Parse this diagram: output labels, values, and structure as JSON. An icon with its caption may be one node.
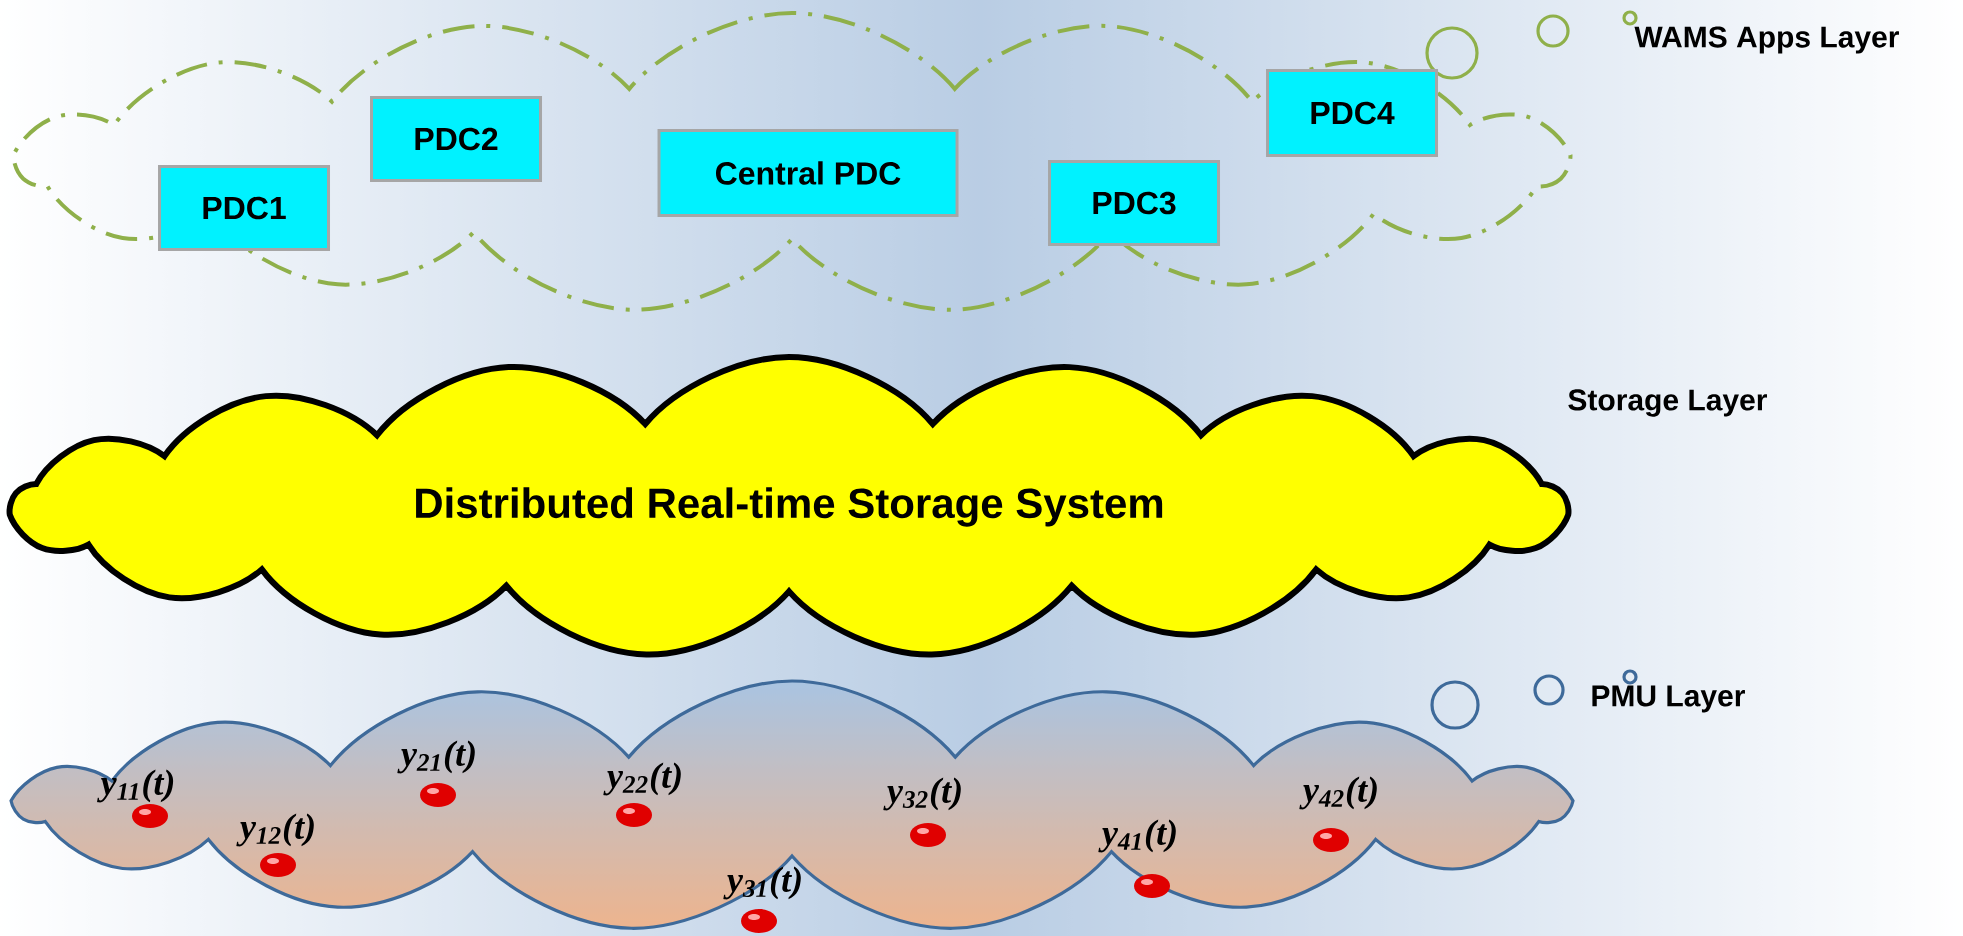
{
  "diagram": {
    "nodes": [
      {
        "text": [],
        "shape": "cloud",
        "beside": [
          "WAMS Apps Layer"
        ]
      },
      {
        "text": [
          "PDC1"
        ],
        "in": 0
      },
      {
        "text": [
          "PDC2"
        ],
        "in": 0
      },
      {
        "text": [
          "Central PDC"
        ],
        "in": 0
      },
      {
        "text": [
          "PDC3"
        ],
        "in": 0
      },
      {
        "text": [
          "PDC4"
        ],
        "in": 0
      },
      {
        "text": [
          "Distributed Real-time Storage System"
        ],
        "beside": [
          "Storage Layer"
        ]
      },
      {
        "text": [],
        "shape": "cloud",
        "beside": [
          "PMU Layer"
        ]
      },
      {
        "text": [
          "y$_{11}$(t)"
        ],
        "in": 7
      },
      {
        "text": [
          "y$_{12}$(t)"
        ],
        "in": 7
      },
      {
        "text": [
          "y$_{21}$(t)"
        ],
        "in": 7
      },
      {
        "text": [
          "y$_{22}$(t)"
        ],
        "in": 7
      },
      {
        "text": [
          "y$_{31}$(t)"
        ],
        "in": 7
      },
      {
        "text": [
          "y$_{32}$(t)"
        ],
        "in": 7
      },
      {
        "text": [
          "y$_{41}$(t)"
        ],
        "in": 7
      },
      {
        "text": [
          "y$_{42}$(t)"
        ],
        "in": 7
      }
    ]
  }
}
